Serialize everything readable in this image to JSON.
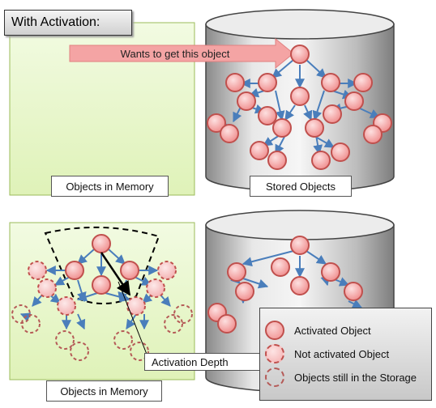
{
  "title": "With Activation:",
  "top": {
    "arrow_label": "Wants to get this object",
    "memory_label": "Objects in Memory",
    "storage_label": "Stored Objects"
  },
  "bottom": {
    "memory_label": "Objects in Memory",
    "depth_label": "Activation Depth"
  },
  "legend": {
    "activated": "Activated Object",
    "not_activated": "Not activated Object",
    "in_storage": "Objects still in the Storage"
  },
  "colors": {
    "node_fill": "#f4a4a4",
    "node_stroke": "#c0504d",
    "edge": "#4a7ebb",
    "memory_bg": "#e4f5c4",
    "memory_border": "#9bbb59"
  }
}
